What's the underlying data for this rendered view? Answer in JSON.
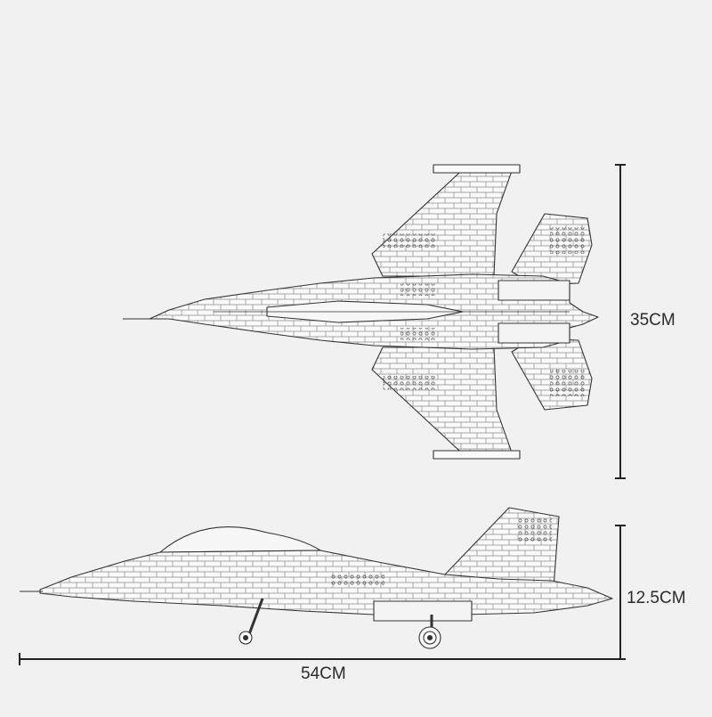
{
  "dimensions": {
    "wingspan": "35CM",
    "height": "12.5CM",
    "length": "54CM"
  },
  "colors": {
    "background": "#f1f1f1",
    "line": "#3a3a3a",
    "fill": "#fafafa"
  }
}
